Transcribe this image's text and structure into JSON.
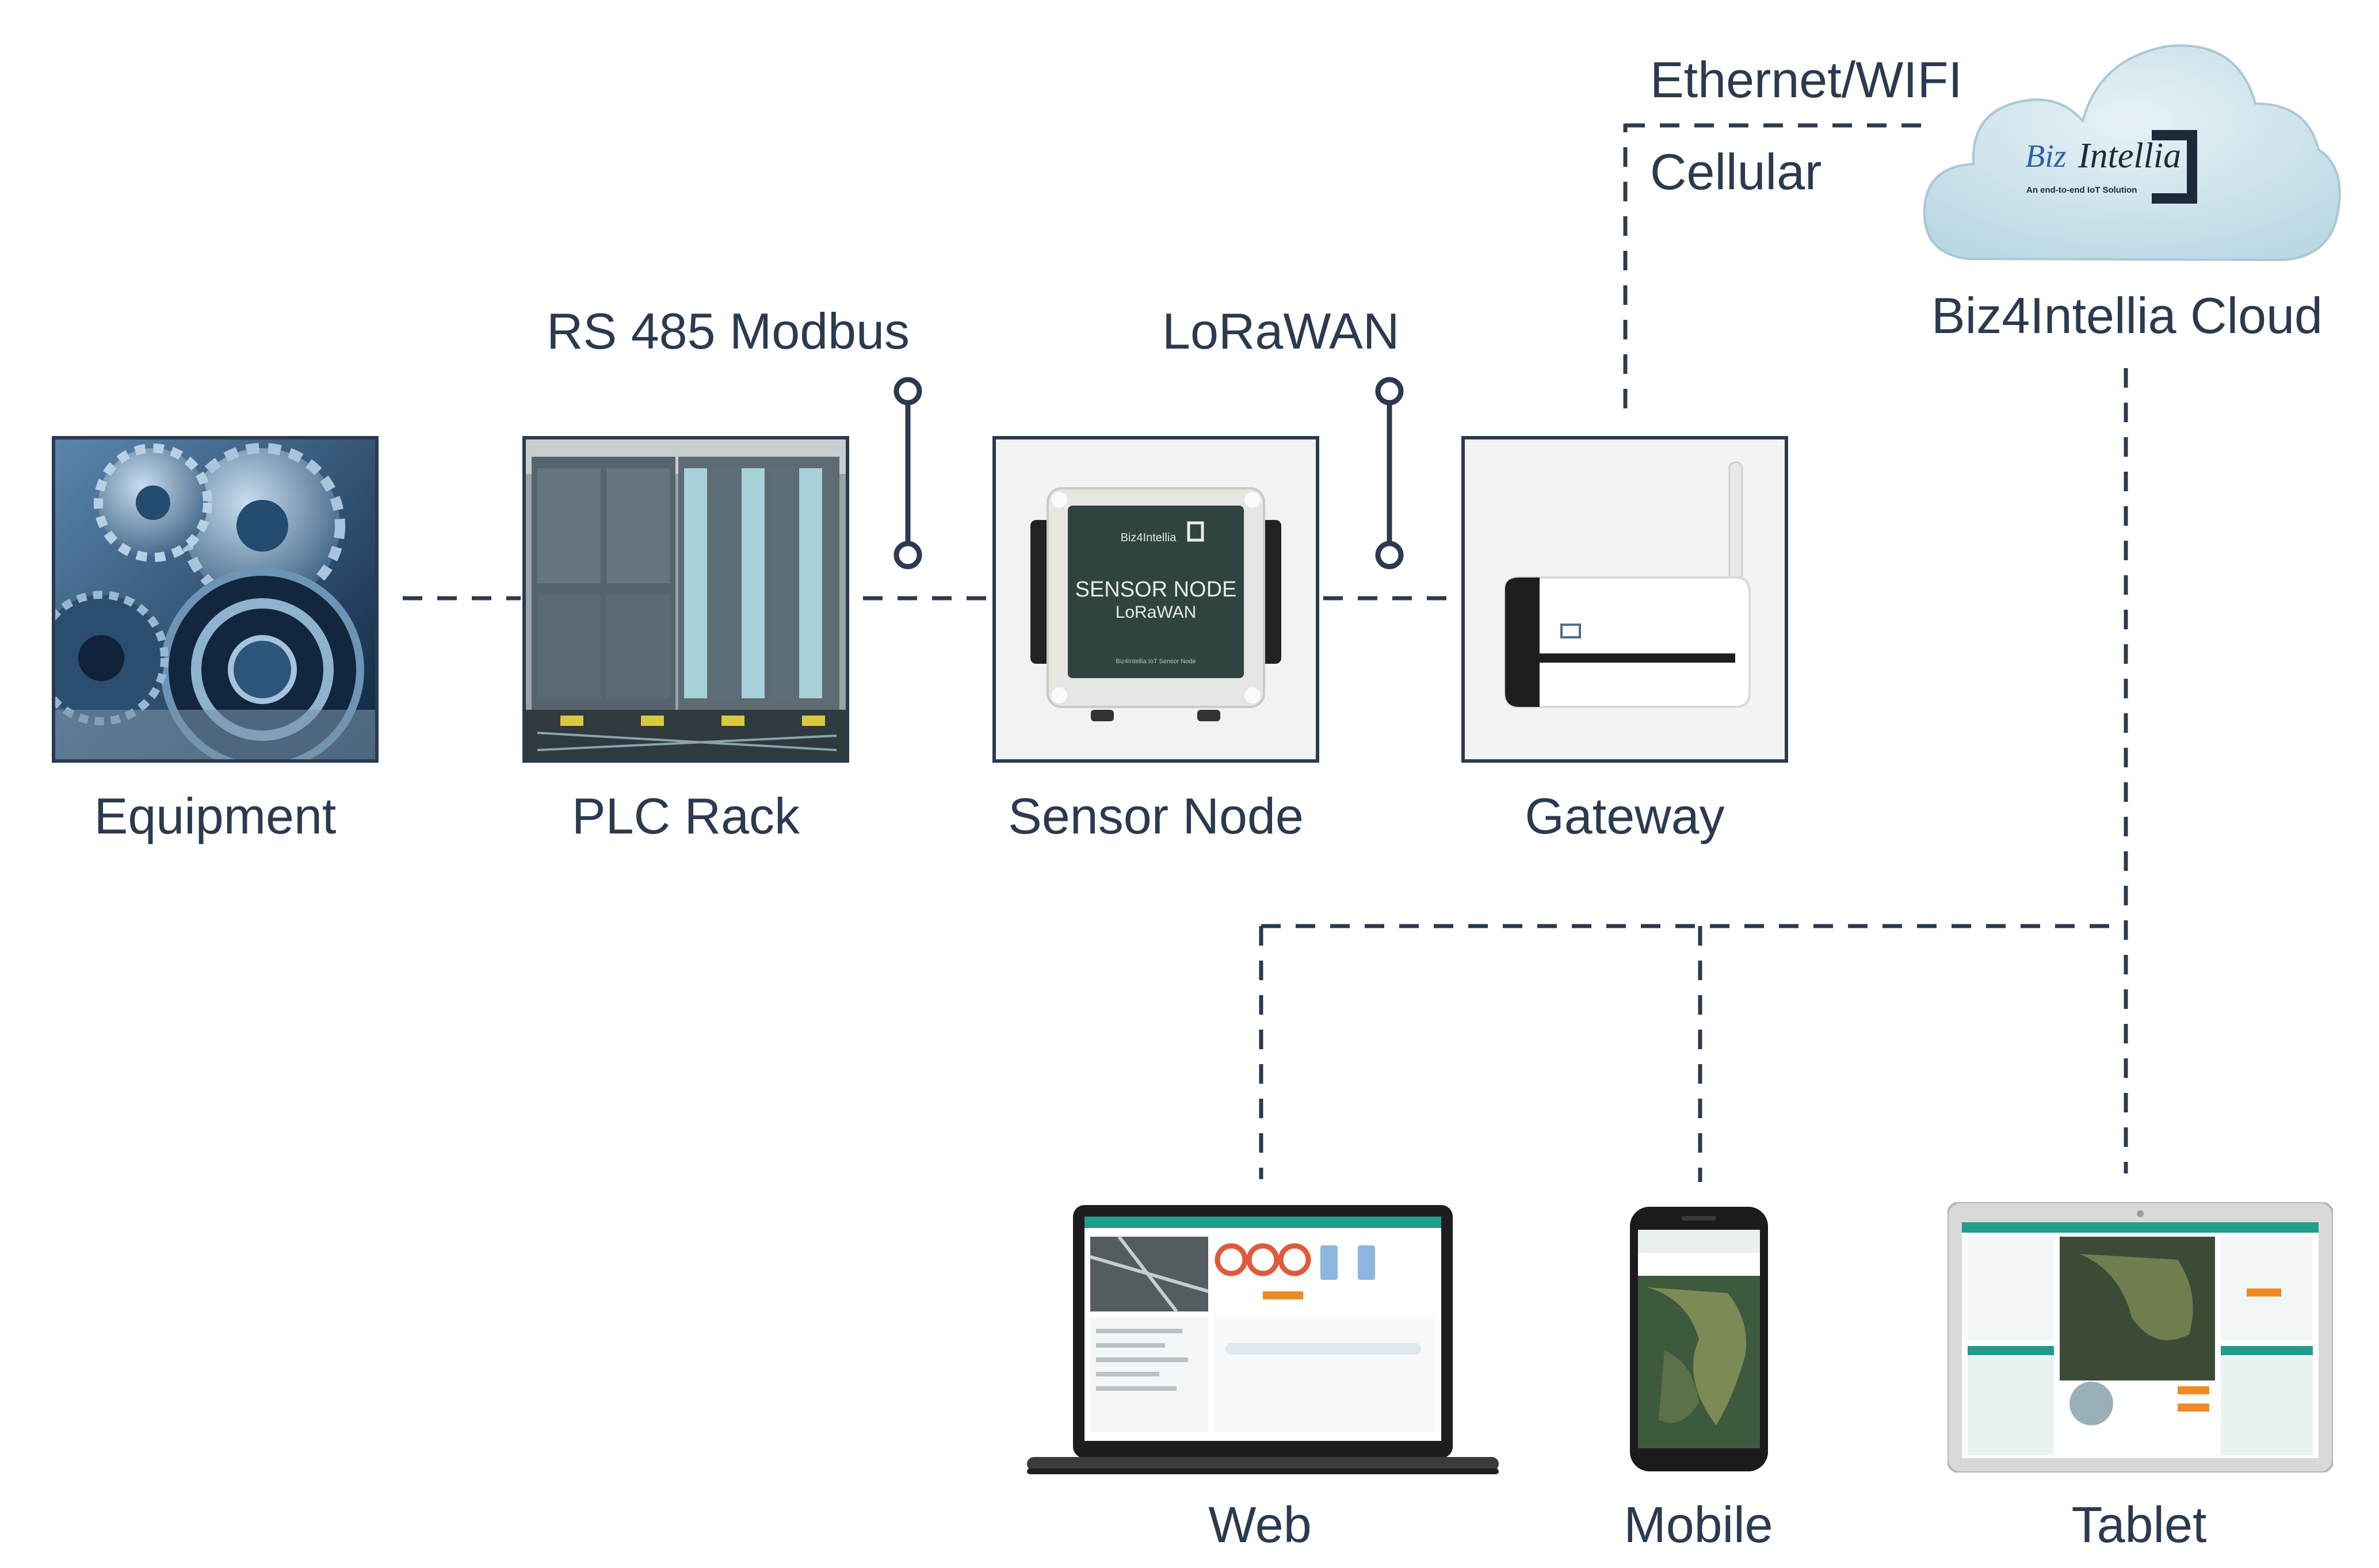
{
  "colors": {
    "line": "#2b3a4e",
    "text": "#2b3a4e",
    "cloud": "#cfe3ea",
    "accent_teal": "#1f9e8a",
    "accent_orange": "#f08a24"
  },
  "nodes": {
    "equipment": "Equipment",
    "plc_rack": "PLC Rack",
    "sensor_node": "Sensor Node",
    "gateway": "Gateway"
  },
  "links": {
    "rs485": "RS 485 Modbus",
    "lorawan": "LoRaWAN",
    "ethernet_wifi": "Ethernet/WIFI",
    "cellular": "Cellular"
  },
  "cloud": {
    "caption": "Biz4Intellia Cloud",
    "logo_text_biz": "Biz",
    "logo_text_intellia": "Intellia",
    "logo_tagline": "An end-to-end IoT Solution"
  },
  "sensor_device": {
    "brand": "Biz4Intellia",
    "line1": "SENSOR NODE",
    "line2": "LoRaWAN",
    "footer": "Biz4Intellia IoT Sensor Node"
  },
  "clients": {
    "web": "Web",
    "mobile": "Mobile",
    "tablet": "Tablet"
  },
  "icons": [
    "gears-image",
    "plc-rack-image",
    "sensor-node-device",
    "gateway-device",
    "cloud-icon",
    "laptop-icon",
    "phone-icon",
    "tablet-icon"
  ]
}
